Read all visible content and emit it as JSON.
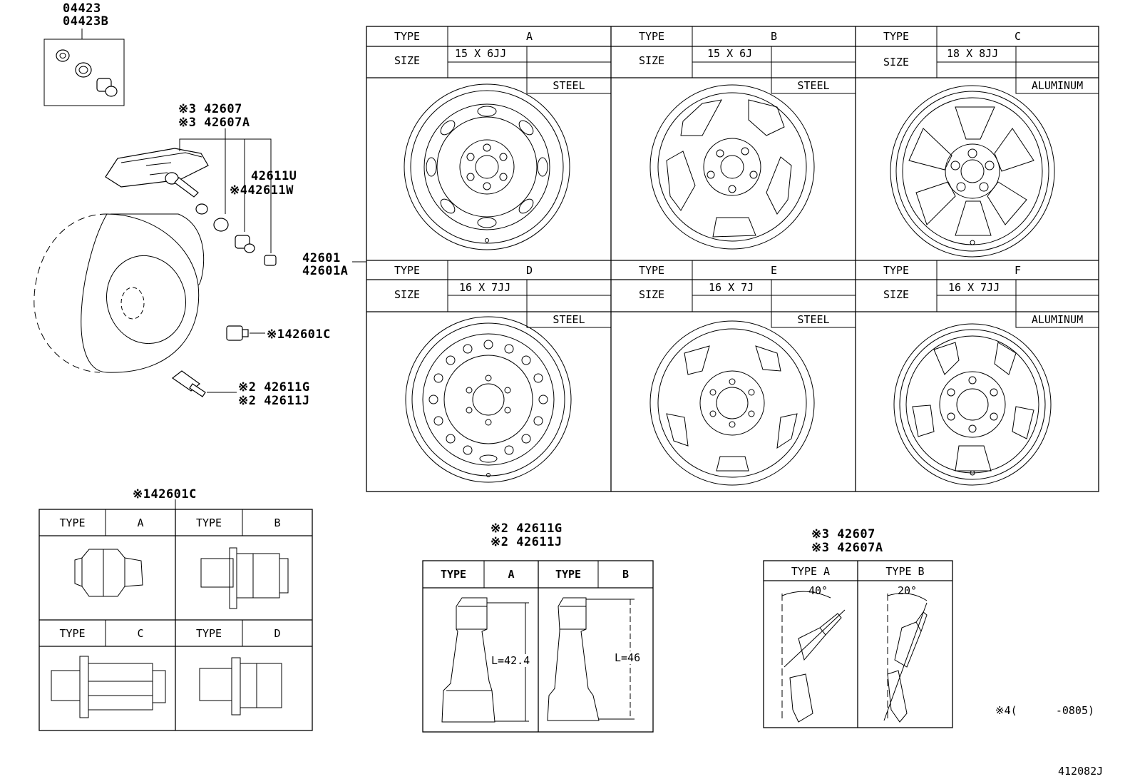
{
  "callouts": {
    "p04423": "04423",
    "p04423b": "04423B",
    "sensor_a": "※3 42607",
    "sensor_b": "※3 42607A",
    "cap_u": "42611U",
    "cap_w": "※442611W",
    "wheel_a": "42601",
    "wheel_b": "42601A",
    "nut": "※142601C",
    "valve_g": "※2 42611G",
    "valve_j": "※2 42611J"
  },
  "wheel_table": {
    "type_label": "TYPE",
    "size_label": "SIZE",
    "cells": [
      {
        "type": "A",
        "size": "15 X 6JJ",
        "material": "STEEL"
      },
      {
        "type": "B",
        "size": "15 X 6J",
        "material": "STEEL"
      },
      {
        "type": "C",
        "size": "18 X 8JJ",
        "material": "ALUMINUM"
      },
      {
        "type": "D",
        "size": "16 X 7JJ",
        "material": "STEEL"
      },
      {
        "type": "E",
        "size": "16 X 7J",
        "material": "STEEL"
      },
      {
        "type": "F",
        "size": "16 X 7JJ",
        "material": "ALUMINUM"
      }
    ]
  },
  "nut_table": {
    "title": "※142601C",
    "type_label": "TYPE",
    "types": [
      "A",
      "B",
      "C",
      "D"
    ]
  },
  "valve_table": {
    "title1": "※2 42611G",
    "title2": "※2 42611J",
    "type_label": "TYPE",
    "types": [
      "A",
      "B"
    ],
    "len_a": "L=42.4",
    "len_b": "L=46"
  },
  "sensor_table": {
    "title1": "※3 42607",
    "title2": "※3 42607A",
    "type_a": "TYPE A",
    "type_b": "TYPE B",
    "angle_a": "40°",
    "angle_b": "20°"
  },
  "note": "※4(      -0805)",
  "figure_id": "412082J"
}
